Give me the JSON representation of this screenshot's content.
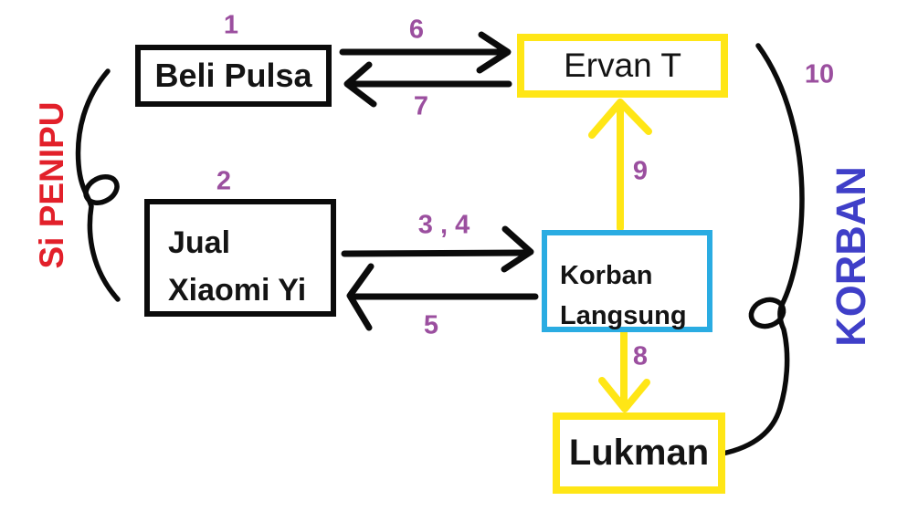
{
  "diagram": {
    "title_hint": "hand-drawn scam flow diagram",
    "colors": {
      "purple": "#9B4F9F",
      "red": "#E2202A",
      "blue": "#3F3FC8",
      "yellow": "#FFE616",
      "cyan": "#2AACE2",
      "black": "#0B0B0B",
      "bg": "#FFFFFF"
    },
    "nodes": {
      "beli_pulsa": {
        "label": "Beli Pulsa",
        "number": "1",
        "border_color": "#0B0B0B"
      },
      "jual_xiaomi": {
        "line1": "Jual",
        "line2": "Xiaomi Yi",
        "number": "2",
        "border_color": "#0B0B0B"
      },
      "ervan_t": {
        "label": "Ervan T",
        "border_color": "#FFE616"
      },
      "korban_langsung": {
        "line1": "Korban",
        "line2": "Langsung",
        "border_color": "#2AACE2"
      },
      "lukman": {
        "label": "Lukman",
        "border_color": "#FFE616"
      }
    },
    "edge_labels": {
      "e6": "6",
      "e7": "7",
      "e34": "3 , 4",
      "e5": "5",
      "e9": "9",
      "e8": "8",
      "e10": "10"
    },
    "side_labels": {
      "left": "Si PENIPU",
      "right": "KORBAN"
    }
  }
}
